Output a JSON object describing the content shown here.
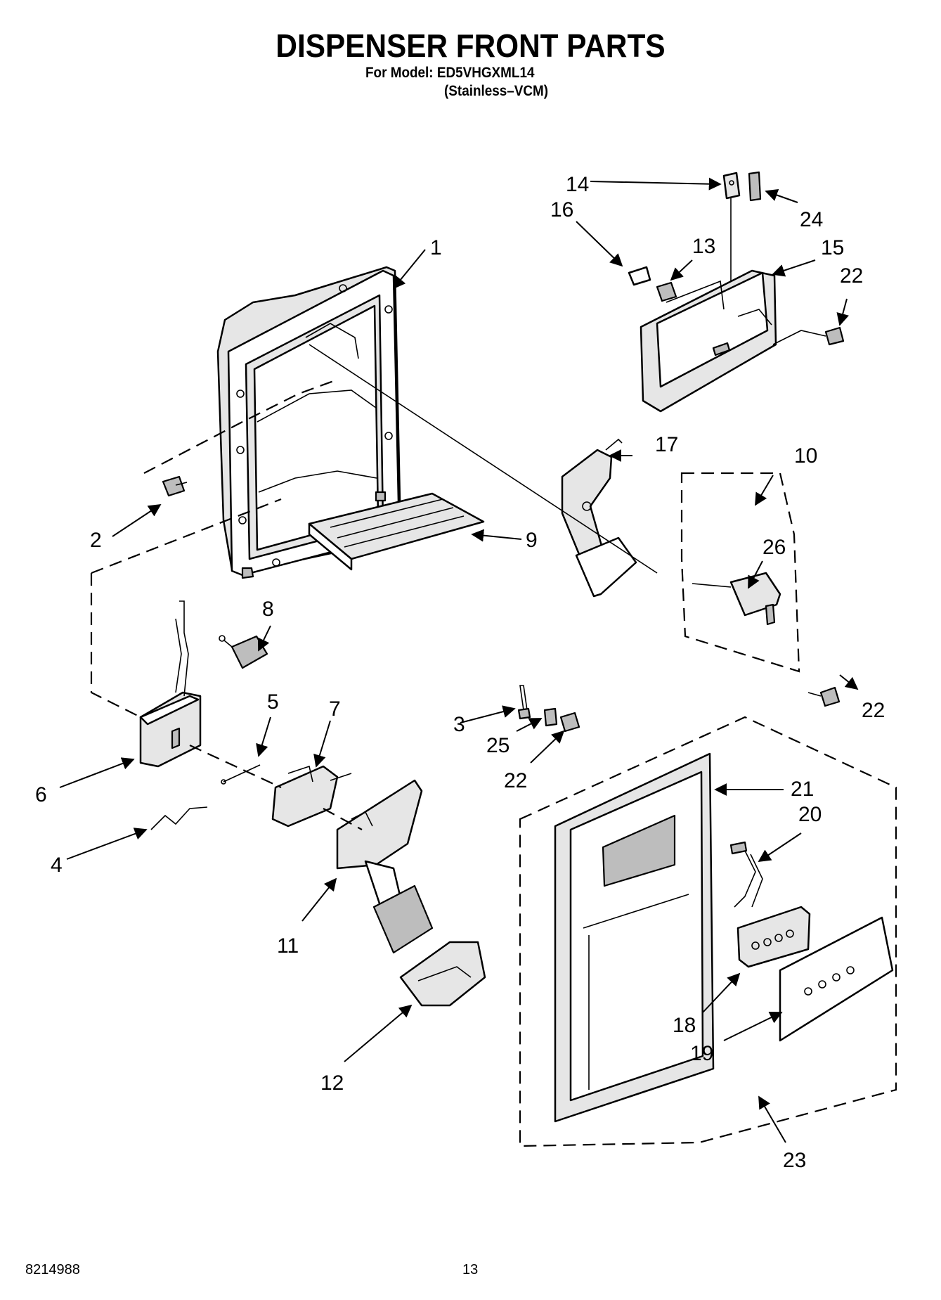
{
  "header": {
    "title": "DISPENSER FRONT PARTS",
    "model_line": "For Model: ED5VHGXML14",
    "variant_line": "(Stainless–VCM)"
  },
  "footer": {
    "doc_number": "8214988",
    "page_number": "13"
  },
  "callouts": {
    "c1": "1",
    "c2": "2",
    "c3": "3",
    "c4": "4",
    "c5": "5",
    "c6": "6",
    "c7": "7",
    "c8": "8",
    "c9": "9",
    "c10": "10",
    "c11": "11",
    "c12": "12",
    "c13": "13",
    "c14": "14",
    "c15": "15",
    "c16": "16",
    "c17": "17",
    "c18": "18",
    "c19": "19",
    "c20": "20",
    "c21": "21",
    "c22a": "22",
    "c22b": "22",
    "c22c": "22",
    "c23": "23",
    "c24": "24",
    "c25": "25",
    "c26": "26"
  }
}
